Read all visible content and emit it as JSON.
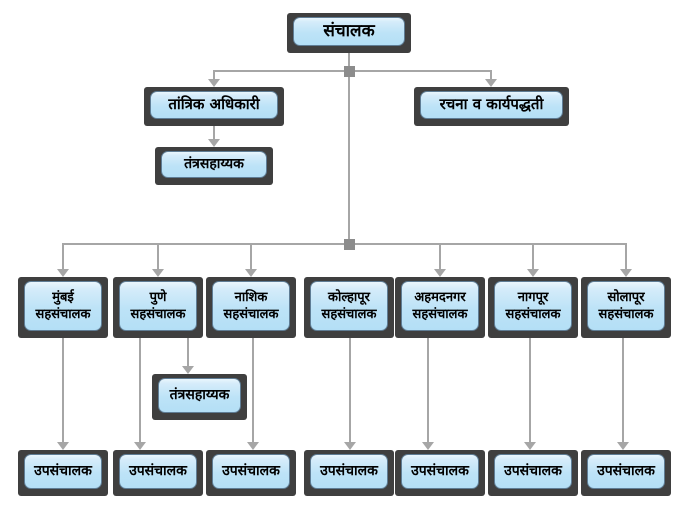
{
  "diagram": {
    "type": "org-chart",
    "nodes": [
      {
        "id": "director",
        "label": "संचालक"
      },
      {
        "id": "technical-officer",
        "label": "तांत्रिक अधिकारी"
      },
      {
        "id": "structure-and-procedures",
        "label": "रचना व कार्यपद्धती"
      },
      {
        "id": "tech-assistant-top",
        "label": "तंत्रसहाय्यक"
      },
      {
        "id": "jd-mumbai",
        "label": "मुंबई सहसंचालक"
      },
      {
        "id": "jd-pune",
        "label": "पुणे सहसंचालक"
      },
      {
        "id": "jd-nashik",
        "label": "नाशिक सहसंचालक"
      },
      {
        "id": "jd-kolhapur",
        "label": "कोल्हापूर सहसंचालक"
      },
      {
        "id": "jd-ahmednagar",
        "label": "अहमदनगर सहसंचालक"
      },
      {
        "id": "jd-nagpur",
        "label": "नागपूर सहसंचालक"
      },
      {
        "id": "jd-solapur",
        "label": "सोलापूर सहसंचालक"
      },
      {
        "id": "tech-assistant-pune",
        "label": "तंत्रसहाय्यक"
      },
      {
        "id": "dd-mumbai",
        "label": "उपसंचालक"
      },
      {
        "id": "dd-pune",
        "label": "उपसंचालक"
      },
      {
        "id": "dd-nashik",
        "label": "उपसंचालक"
      },
      {
        "id": "dd-kolhapur",
        "label": "उपसंचालक"
      },
      {
        "id": "dd-ahmednagar",
        "label": "उपसंचालक"
      },
      {
        "id": "dd-nagpur",
        "label": "उपसंचालक"
      },
      {
        "id": "dd-solapur",
        "label": "उपसंचालक"
      }
    ],
    "edges": [
      {
        "from": "director",
        "to": "technical-officer"
      },
      {
        "from": "director",
        "to": "structure-and-procedures"
      },
      {
        "from": "technical-officer",
        "to": "tech-assistant-top"
      },
      {
        "from": "director",
        "to": "jd-mumbai"
      },
      {
        "from": "director",
        "to": "jd-pune"
      },
      {
        "from": "director",
        "to": "jd-nashik"
      },
      {
        "from": "director",
        "to": "jd-kolhapur"
      },
      {
        "from": "director",
        "to": "jd-ahmednagar"
      },
      {
        "from": "director",
        "to": "jd-nagpur"
      },
      {
        "from": "director",
        "to": "jd-solapur"
      },
      {
        "from": "jd-pune",
        "to": "tech-assistant-pune"
      },
      {
        "from": "jd-mumbai",
        "to": "dd-mumbai"
      },
      {
        "from": "jd-pune",
        "to": "dd-pune"
      },
      {
        "from": "jd-nashik",
        "to": "dd-nashik"
      },
      {
        "from": "jd-kolhapur",
        "to": "dd-kolhapur"
      },
      {
        "from": "jd-ahmednagar",
        "to": "dd-ahmednagar"
      },
      {
        "from": "jd-nagpur",
        "to": "dd-nagpur"
      },
      {
        "from": "jd-solapur",
        "to": "dd-solapur"
      }
    ],
    "colors": {
      "background": "#ffffff",
      "box_fill": "#bde3f7",
      "box_fill_top": "#d5ecfa",
      "box_border": "#5f7d95",
      "frame": "#3f3f3f",
      "connector": "#a6a6a6",
      "junction": "#8c8c8c",
      "text": "#000000"
    }
  }
}
